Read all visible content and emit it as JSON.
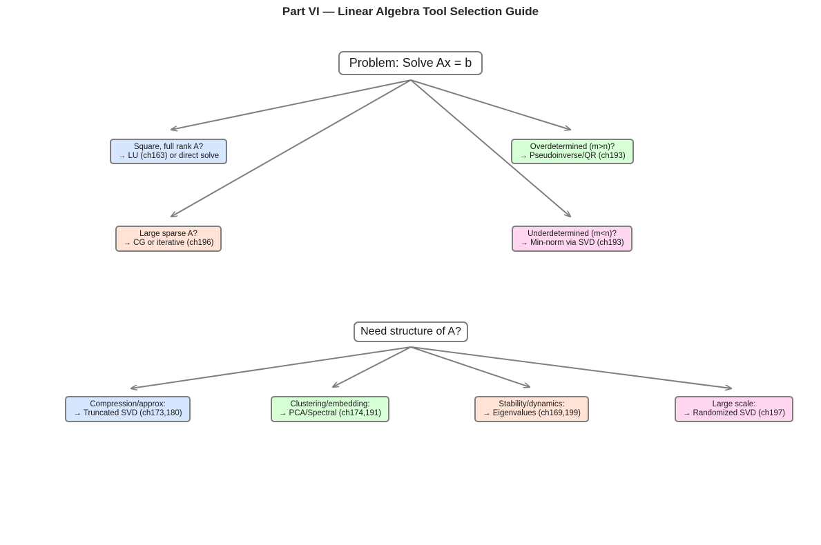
{
  "title": "Part VI — Linear Algebra Tool Selection Guide",
  "colors": {
    "blue": "#d6e6ff",
    "green": "#d6ffd6",
    "orange": "#ffe3d6",
    "pink": "#ffd6f0",
    "edge": "#7f7f7f",
    "border": "#7f7f7f"
  },
  "tree1": {
    "root": "Problem: Solve Ax = b",
    "nodes": [
      {
        "line1": "Square, full rank A?",
        "line2": "→ LU (ch163) or direct solve",
        "color": "blue"
      },
      {
        "line1": "Overdetermined (m>n)?",
        "line2": "→ Pseudoinverse/QR (ch193)",
        "color": "green"
      },
      {
        "line1": "Large sparse A?",
        "line2": "→ CG or iterative (ch196)",
        "color": "orange"
      },
      {
        "line1": "Underdetermined (m<n)?",
        "line2": "→ Min-norm via SVD (ch193)",
        "color": "pink"
      }
    ]
  },
  "tree2": {
    "root": "Need structure of A?",
    "nodes": [
      {
        "line1": "Compression/approx:",
        "line2": "→ Truncated SVD (ch173,180)",
        "color": "blue"
      },
      {
        "line1": "Clustering/embedding:",
        "line2": "→ PCA/Spectral (ch174,191)",
        "color": "green"
      },
      {
        "line1": "Stability/dynamics:",
        "line2": "→ Eigenvalues (ch169,199)",
        "color": "orange"
      },
      {
        "line1": "Large scale:",
        "line2": "→ Randomized SVD (ch197)",
        "color": "pink"
      }
    ]
  }
}
